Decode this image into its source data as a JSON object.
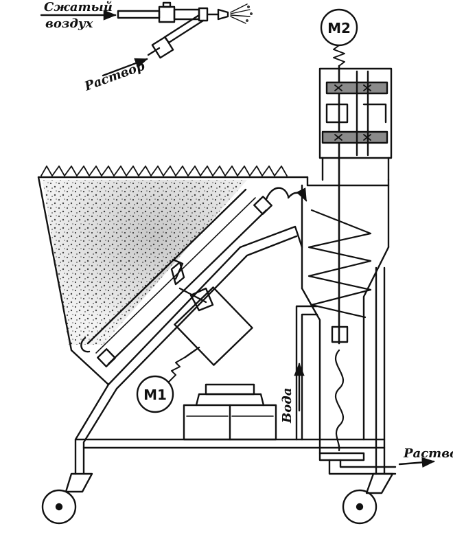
{
  "labels": {
    "compressed_air": [
      "Сжатый",
      "воздух"
    ],
    "mortar_in": "Раствор",
    "water": "Вода",
    "mortar_out": "Раствор"
  },
  "motors": {
    "m1": "М1",
    "m2": "М2"
  },
  "colors": {
    "ink": "#111111",
    "fill_dots": "#555555",
    "gear": "#8a8a8a",
    "background": "#ffffff"
  }
}
